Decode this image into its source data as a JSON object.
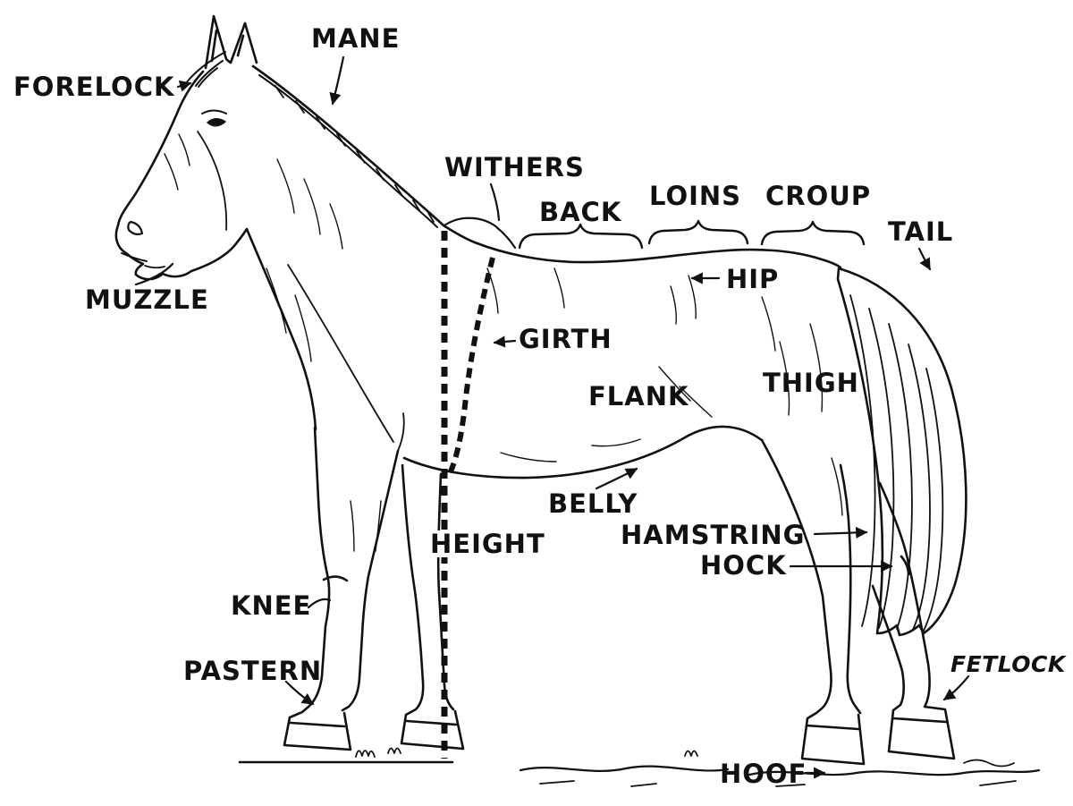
{
  "diagram": {
    "ink_color": "#111111",
    "background_color": "#ffffff",
    "labels": {
      "forelock": "FORELOCK",
      "mane": "MANE",
      "withers": "WITHERS",
      "back": "BACK",
      "loins": "LOINS",
      "croup": "CROUP",
      "tail": "TAIL",
      "hip": "HIP",
      "muzzle": "MUZZLE",
      "girth": "GIRTH",
      "flank": "FLANK",
      "thigh": "THIGH",
      "belly": "BELLY",
      "height": "HEIGHT",
      "hamstring": "HAMSTRING",
      "hock": "HOCK",
      "knee": "KNEE",
      "pastern": "PASTERN",
      "fetlock": "FETLOCK",
      "hoof": "HOOF"
    }
  }
}
